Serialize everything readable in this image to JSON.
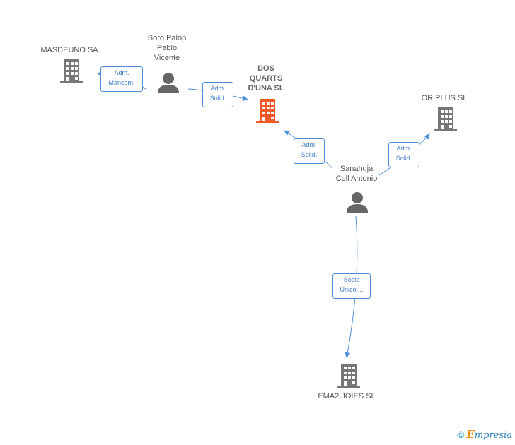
{
  "nodes": {
    "masdeuno": {
      "label": "MASDEUNO SA",
      "kind": "company"
    },
    "soro": {
      "label_lines": [
        "Soro Palop",
        "Pablo",
        "Vicente"
      ],
      "kind": "person"
    },
    "dos_quarts": {
      "label_lines": [
        "DOS",
        "QUARTS",
        "D'UNA SL"
      ],
      "kind": "company-main"
    },
    "or_plus": {
      "label": "OR PLUS SL",
      "kind": "company"
    },
    "sanahuja": {
      "label_lines": [
        "Sanahuja",
        "Coll Antonio"
      ],
      "kind": "person"
    },
    "ema2": {
      "label": "EMA2 JOIES SL",
      "kind": "company"
    }
  },
  "edges": {
    "soro_masdeuno": {
      "lines": [
        "Adm.",
        "Mancom."
      ]
    },
    "soro_dos_quarts": {
      "lines": [
        "Adm.",
        "Solid."
      ]
    },
    "sanahuja_dos_quarts": {
      "lines": [
        "Adm.",
        "Solid."
      ]
    },
    "sanahuja_or_plus": {
      "lines": [
        "Adm.",
        "Solid."
      ]
    },
    "sanahuja_ema2": {
      "lines": [
        "Socio",
        "Único,..."
      ]
    }
  },
  "colors": {
    "edge": "#4a8fd8",
    "company": "#777777",
    "company_main": "#f05a28",
    "person": "#666666"
  },
  "footer": {
    "copyright": "©",
    "brand_first": "E",
    "brand_rest": "mpresia"
  }
}
